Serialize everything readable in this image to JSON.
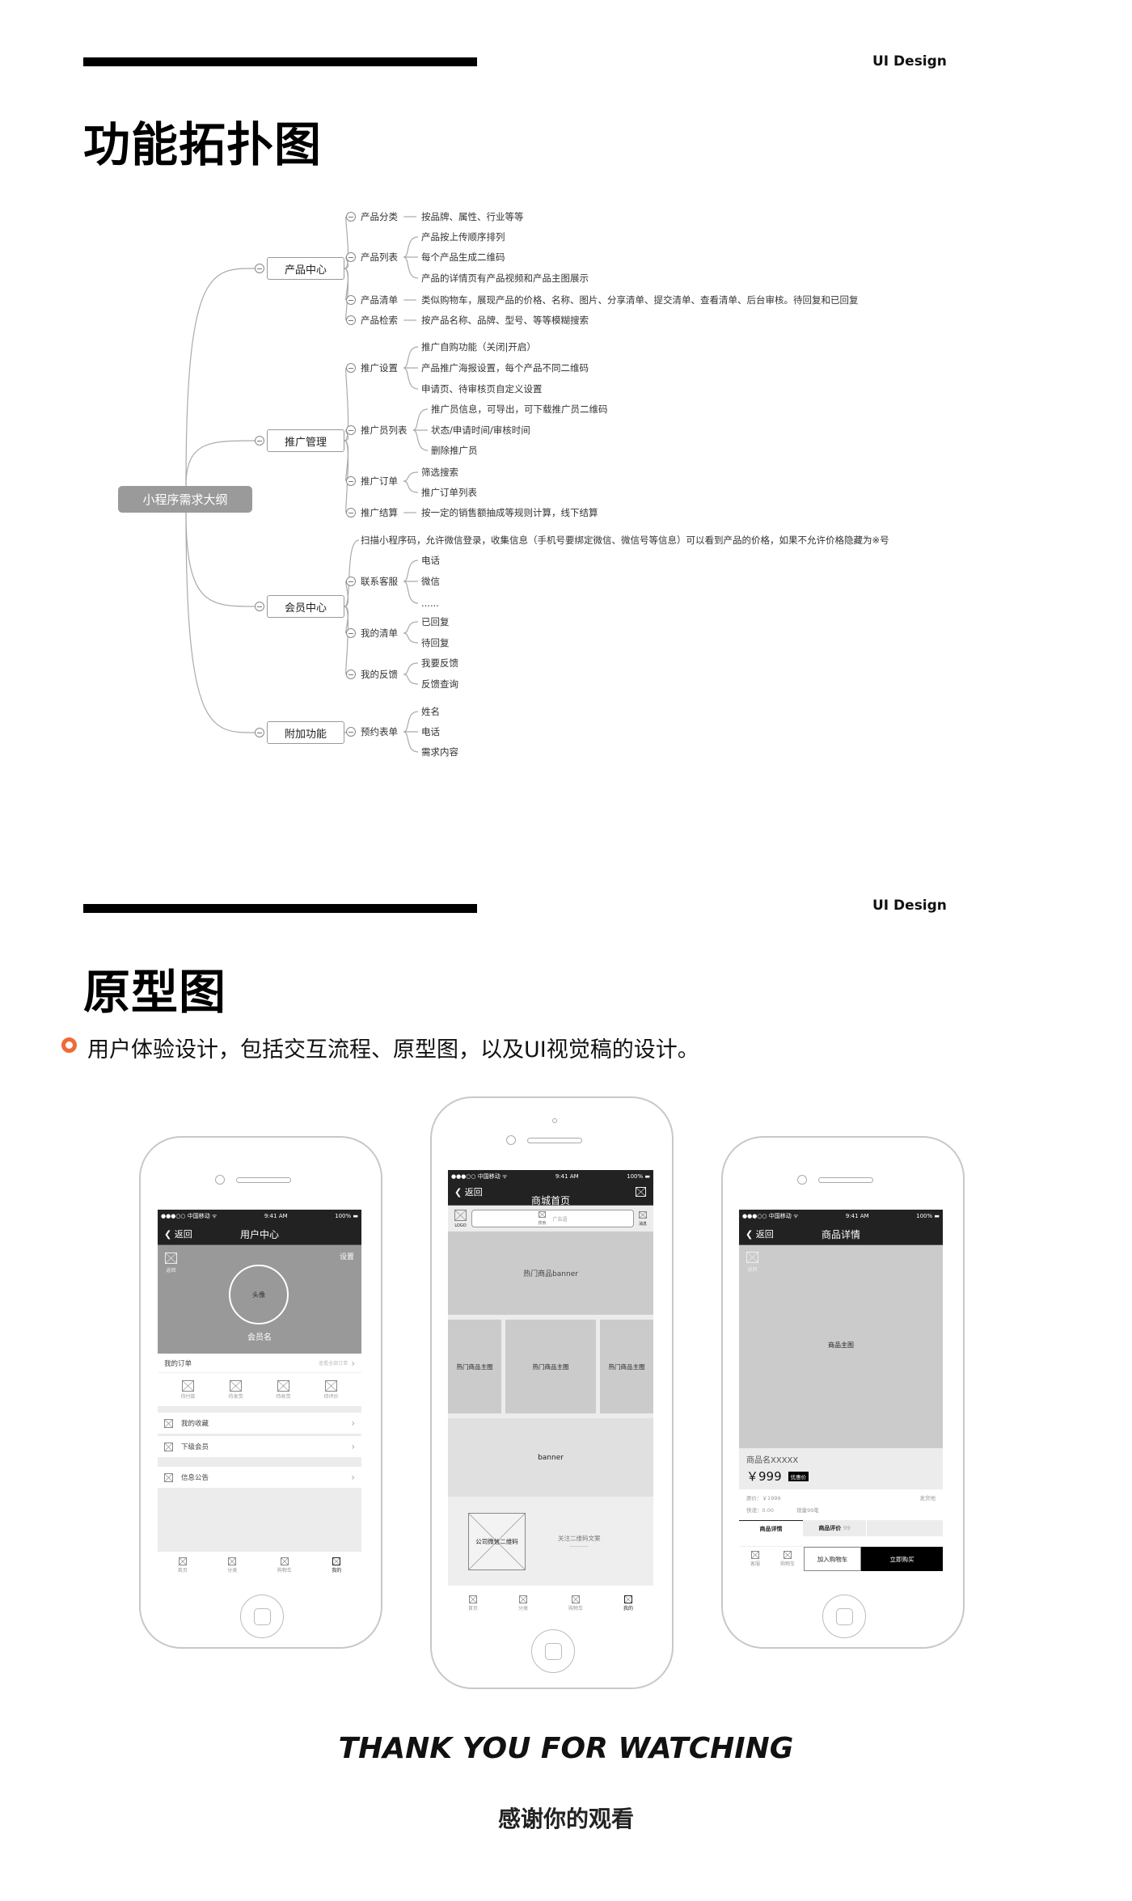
{
  "section1": {
    "tag": "UI Design",
    "title": "功能拓扑图"
  },
  "mindmap": {
    "root": "小程序需求大纲",
    "branches": [
      {
        "label": "产品中心",
        "children": [
          {
            "label": "产品分类",
            "leaves": [
              "按品牌、属性、行业等等"
            ]
          },
          {
            "label": "产品列表",
            "leaves": [
              "产品按上传顺序排列",
              "每个产品生成二维码",
              "产品的详情页有产品视频和产品主图展示"
            ]
          },
          {
            "label": "产品清单",
            "leaves": [
              "类似购物车，展现产品的价格、名称、图片、分享清单、提交清单、查看清单、后台审核。待回复和已回复"
            ]
          },
          {
            "label": "产品检索",
            "leaves": [
              "按产品名称、品牌、型号、等等模糊搜索"
            ]
          }
        ]
      },
      {
        "label": "推广管理",
        "children": [
          {
            "label": "推广设置",
            "leaves": [
              "推广自购功能（关闭|开启）",
              "产品推广海报设置，每个产品不同二维码",
              "申请页、待审核页自定义设置"
            ]
          },
          {
            "label": "推广员列表",
            "leaves": [
              "推广员信息，可导出，可下载推广员二维码",
              "状态/申请时间/审核时间",
              "删除推广员"
            ]
          },
          {
            "label": "推广订单",
            "leaves": [
              "筛选搜索",
              "推广订单列表"
            ]
          },
          {
            "label": "推广结算",
            "leaves": [
              "按一定的销售额抽成等规则计算，线下结算"
            ]
          }
        ]
      },
      {
        "label": "会员中心",
        "children": [
          {
            "label": "扫描小程序码，允许微信登录，收集信息（手机号要绑定微信、微信号等信息）可以看到产品的价格，如果不允许价格隐藏为※号",
            "leaves": [],
            "plain": true
          },
          {
            "label": "联系客服",
            "leaves": [
              "电话",
              "微信",
              "......"
            ]
          },
          {
            "label": "我的清单",
            "leaves": [
              "已回复",
              "待回复"
            ]
          },
          {
            "label": "我的反馈",
            "leaves": [
              "我要反馈",
              "反馈查询"
            ]
          }
        ]
      },
      {
        "label": "附加功能",
        "children": [
          {
            "label": "预约表单",
            "leaves": [
              "姓名",
              "电话",
              "需求内容"
            ]
          }
        ]
      }
    ]
  },
  "section2": {
    "tag": "UI Design",
    "title": "原型图",
    "subtitle": "用户体验设计，包括交互流程、原型图，以及UI视觉稿的设计。",
    "bullet_color": "#f06a35"
  },
  "status": {
    "carrier": "●●●○○ 中国移动 ᯤ",
    "time": "9:41 AM",
    "battery": "100%"
  },
  "back": "返回",
  "phone1": {
    "title": "用户中心",
    "icon_label": "返回",
    "settings": "设置",
    "avatar": "头像",
    "member_name": "会员名",
    "orders": {
      "label": "我的订单",
      "view_all": "查看全部订单",
      "items": [
        "待付款",
        "待发货",
        "待收货",
        "待评价"
      ]
    },
    "menu": [
      "我的收藏",
      "下级会员",
      "信息公告"
    ],
    "tabs": [
      "首页",
      "分类",
      "购物车",
      "我的"
    ]
  },
  "phone2": {
    "title": "商城首页",
    "logo": "LOGO",
    "search_icon_label": "搜索",
    "search_placeholder": "广告语",
    "msg_label": "消息",
    "hot_banner": "热门商品banner",
    "hot_items": [
      "热门商品主图",
      "热门商品主图",
      "热门商品主图"
    ],
    "banner": "banner",
    "qr": "公司微信二维码",
    "qr_text": "关注二维码文案",
    "qr_dots": "............",
    "tabs": [
      "首页",
      "分类",
      "购物车",
      "我的"
    ]
  },
  "phone3": {
    "title": "商品详情",
    "icon_label": "返回",
    "main_image": "商品主图",
    "name": "商品名XXXXX",
    "price": "￥999",
    "badge": "优惠价",
    "original_price": "原价：￥1999",
    "ship_from": "发货地",
    "shipping": "快递：0.00",
    "sales": "销量99笔",
    "tab_detail": "商品详情",
    "tab_reviews": "商品评价",
    "review_count": "99",
    "bottom": {
      "service": "客服",
      "cart": "购物车",
      "add_cart": "加入购物车",
      "buy": "立即购买"
    }
  },
  "footer": {
    "thanks_en": "THANK YOU FOR WATCHING",
    "thanks_cn": "感谢你的观看"
  }
}
